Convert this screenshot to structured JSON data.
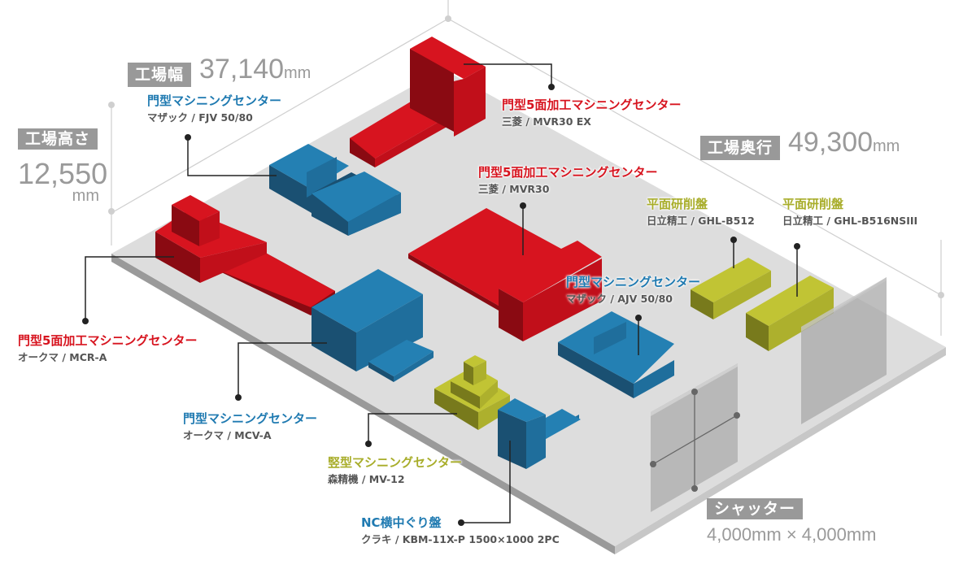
{
  "colors": {
    "red": "#d7141f",
    "blue": "#1f7ab1",
    "olive": "#a8ad2a",
    "floor": "#dddddd",
    "tag_bg": "#999999",
    "dim_text": "#9a9a9a"
  },
  "dimensions": {
    "width": {
      "tag": "工場幅",
      "value": "37,140",
      "unit": "mm"
    },
    "height": {
      "tag": "工場高さ",
      "value": "12,550",
      "unit": "mm"
    },
    "depth": {
      "tag": "工場奥行",
      "value": "49,300",
      "unit": "mm"
    },
    "shutter": {
      "tag": "シャッター",
      "value": "4,000mm × 4,000mm"
    }
  },
  "machines": [
    {
      "type": "門型マシニングセンター",
      "model": "マザック / FJV 50/80",
      "color": "blue"
    },
    {
      "type": "門型5面加工マシニングセンター",
      "model": "三菱 / MVR30 EX",
      "color": "red"
    },
    {
      "type": "門型5面加工マシニングセンター",
      "model": "三菱 / MVR30",
      "color": "red"
    },
    {
      "type": "平面研削盤",
      "model": "日立精工 / GHL-B512",
      "color": "olive"
    },
    {
      "type": "平面研削盤",
      "model": "日立精工 / GHL-B516NSIII",
      "color": "olive"
    },
    {
      "type": "門型マシニングセンター",
      "model": "マザック / AJV 50/80",
      "color": "blue"
    },
    {
      "type": "門型5面加工マシニングセンター",
      "model": "オークマ / MCR-A",
      "color": "red"
    },
    {
      "type": "門型マシニングセンター",
      "model": "オークマ / MCV-A",
      "color": "blue"
    },
    {
      "type": "竪型マシニングセンター",
      "model": "森精機 / MV-12",
      "color": "olive"
    },
    {
      "type": "NC横中ぐり盤",
      "model": "クラキ / KBM-11X-P 1500×1000 2PC",
      "color": "blue"
    }
  ]
}
